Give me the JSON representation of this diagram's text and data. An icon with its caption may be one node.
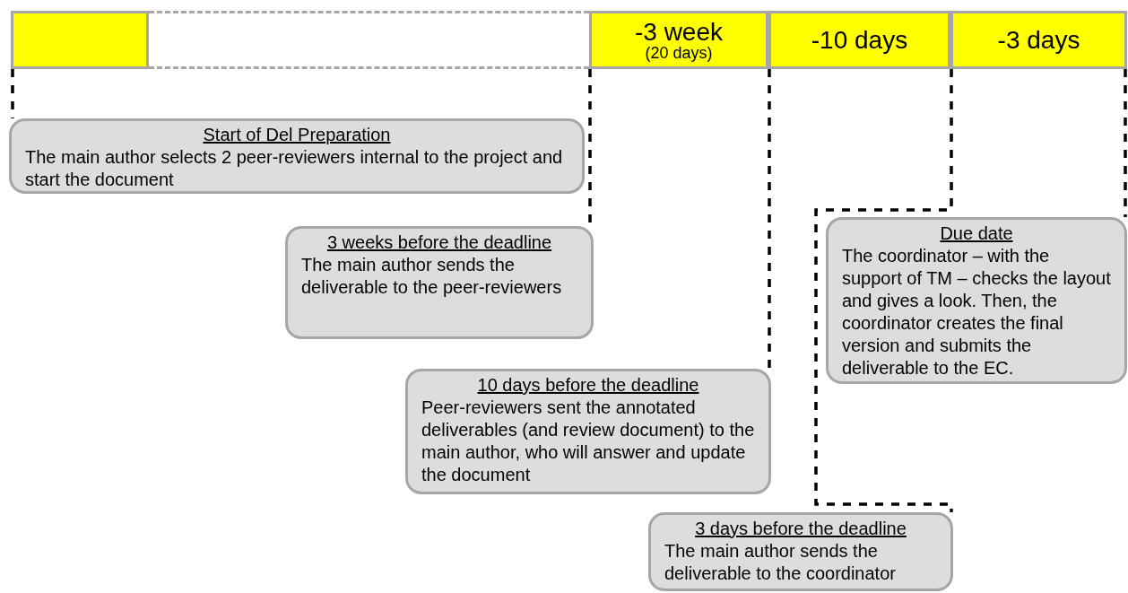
{
  "diagram": {
    "nodes": [
      {
        "text": [],
        "shape": "box"
      },
      {
        "text": [
          "-3 week",
          "(20 days)"
        ]
      },
      {
        "text": [
          "-10 days"
        ]
      },
      {
        "text": [
          "-3 days"
        ]
      },
      {
        "text": [
          "Start of Del Preparation",
          "The main author selects 2 peer-reviewers internal to the project and start the document"
        ]
      },
      {
        "text": [
          "Due date",
          "The coordinator – with the support of TM – checks the layout and gives a look. Then, the coordinator creates the final version and submits the deliverable to the EC."
        ]
      },
      {
        "text": [
          "3 weeks before the deadline",
          "The main author sends the deliverable to the peer-reviewers"
        ]
      },
      {
        "text": [
          "10 days before the deadline",
          "Peer-reviewers sent the annotated deliverables (and review document) to the main author, who will answer and update the document"
        ]
      },
      {
        "text": [
          "3 days before the deadline",
          "The main author sends the deliverable to the coordinator"
        ]
      }
    ],
    "edges": [
      {
        "from": 0,
        "to": 4,
        "arrow": "none",
        "style": "dashed"
      },
      {
        "from": 1,
        "to": 6,
        "arrow": "none",
        "style": "dashed"
      },
      {
        "from": 2,
        "to": 7,
        "arrow": "none",
        "style": "dashed"
      },
      {
        "from": 3,
        "to": 8,
        "arrow": "none",
        "style": "dashed"
      },
      {
        "from": 3,
        "to": 5,
        "arrow": "none",
        "style": "dashed"
      }
    ]
  }
}
